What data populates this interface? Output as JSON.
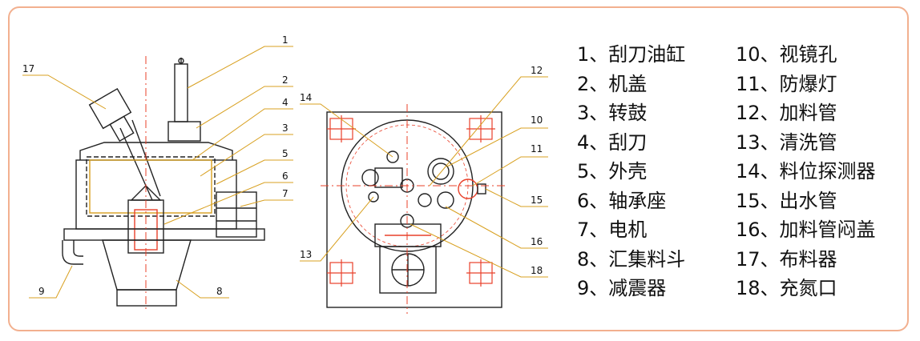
{
  "diagram": {
    "callouts_left": [
      "1",
      "2",
      "3",
      "4",
      "5",
      "6",
      "7",
      "8",
      "9",
      "17"
    ],
    "callouts_right": [
      "10",
      "11",
      "12",
      "13",
      "14",
      "15",
      "16",
      "18"
    ],
    "colors": {
      "frame": "#f2b08f",
      "line": "#222222",
      "accent": "#e8402a",
      "leader": "#d8a020"
    }
  },
  "legend": {
    "col1": [
      "1、刮刀油缸",
      "2、机盖",
      "3、转鼓",
      "4、刮刀",
      "5、外壳",
      "6、轴承座",
      "7、电机",
      "8、汇集料斗",
      "9、减震器"
    ],
    "col2": [
      "10、视镜孔",
      "11、防爆灯",
      "12、加料管",
      "13、清洗管",
      "14、料位探测器",
      "15、出水管",
      "16、加料管闷盖",
      "17、布料器",
      "18、充氮口"
    ]
  }
}
